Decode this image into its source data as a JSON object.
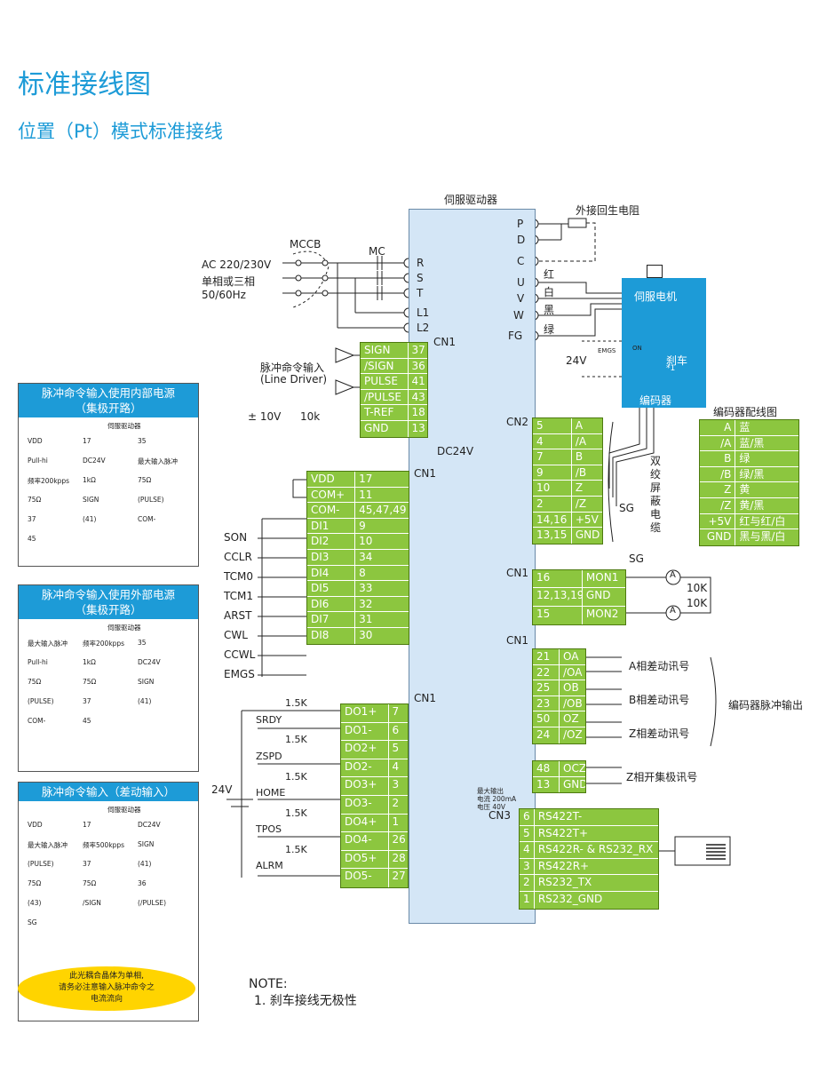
{
  "page": {
    "title": "标准接线图",
    "subtitle": "位置（Pt）模式标准接线"
  },
  "drive": {
    "label": "伺服驱动器"
  },
  "power": {
    "mccb": "MCCB",
    "mc": "MC",
    "input_lines": [
      "AC 220/230V",
      "单相或三相",
      "50/60Hz"
    ],
    "terminals": [
      "R",
      "S",
      "T",
      "L1",
      "L2"
    ]
  },
  "regen": {
    "terminals": [
      "P",
      "D",
      "C",
      "U",
      "V",
      "W",
      "FG"
    ],
    "resistor_label": "外接回生电阻",
    "wire_colors": [
      "红",
      "白",
      "黑",
      "绿"
    ]
  },
  "motor": {
    "label": "伺服电机",
    "brake": "刹车",
    "brake_note": "*1",
    "encoder": "编码器",
    "emgs": "EMGS",
    "on": "ON",
    "voltage": "24V"
  },
  "cn_labels": {
    "cn1": "CN1",
    "cn2": "CN2",
    "cn3": "CN3"
  },
  "pulse_block": {
    "caption": [
      "脉冲命令输入",
      "(Line Driver)"
    ],
    "rows": [
      [
        "SIGN",
        "37"
      ],
      [
        "/SIGN",
        "36"
      ],
      [
        "PULSE",
        "41"
      ],
      [
        "/PULSE",
        "43"
      ],
      [
        "T-REF",
        "18"
      ],
      [
        "GND",
        "13"
      ]
    ],
    "analog_voltage": "± 10V",
    "pot": "10k"
  },
  "dc24_top": "DC24V",
  "di_block": {
    "rows": [
      [
        "VDD",
        "17"
      ],
      [
        "COM+",
        "11"
      ],
      [
        "COM-",
        "45,47,49"
      ],
      [
        "DI1",
        "9"
      ],
      [
        "DI2",
        "10"
      ],
      [
        "DI3",
        "34"
      ],
      [
        "DI4",
        "8"
      ],
      [
        "DI5",
        "33"
      ],
      [
        "DI6",
        "32"
      ],
      [
        "DI7",
        "31"
      ],
      [
        "DI8",
        "30"
      ]
    ],
    "signals": [
      "SON",
      "CCLR",
      "TCM0",
      "TCM1",
      "ARST",
      "CWL",
      "CCWL",
      "EMGS"
    ]
  },
  "do_block": {
    "rows": [
      [
        "DO1+",
        "7"
      ],
      [
        "DO1-",
        "6"
      ],
      [
        "DO2+",
        "5"
      ],
      [
        "DO2-",
        "4"
      ],
      [
        "DO3+",
        "3"
      ],
      [
        "DO3-",
        "2"
      ],
      [
        "DO4+",
        "1"
      ],
      [
        "DO4-",
        "26"
      ],
      [
        "DO5+",
        "28"
      ],
      [
        "DO5-",
        "27"
      ]
    ],
    "signals": [
      "SRDY",
      "ZSPD",
      "HOME",
      "TPOS",
      "ALRM"
    ],
    "resistor": "1.5K",
    "supply": "24V"
  },
  "cn2_block": {
    "rows": [
      [
        "5",
        "A"
      ],
      [
        "4",
        "/A"
      ],
      [
        "7",
        "B"
      ],
      [
        "9",
        "/B"
      ],
      [
        "10",
        "Z"
      ],
      [
        "2",
        "/Z"
      ],
      [
        "14,16",
        "+5V"
      ],
      [
        "13,15",
        "GND"
      ]
    ],
    "cable": [
      "双",
      "绞",
      "屏",
      "蔽",
      "电",
      "缆"
    ],
    "sg": "SG"
  },
  "encoder_table": {
    "title": "编码器配线图",
    "rows": [
      [
        "A",
        "蓝"
      ],
      [
        "/A",
        "蓝/黑"
      ],
      [
        "B",
        "绿"
      ],
      [
        "/B",
        "绿/黑"
      ],
      [
        "Z",
        "黄"
      ],
      [
        "/Z",
        "黄/黑"
      ],
      [
        "+5V",
        "红与红/白"
      ],
      [
        "GND",
        "黑与黑/白"
      ]
    ]
  },
  "mon_block": {
    "rows": [
      [
        "16",
        "MON1"
      ],
      [
        "12,13,19",
        "GND"
      ],
      [
        "15",
        "MON2"
      ]
    ],
    "sg": "SG",
    "resistor": "10K",
    "meter": "A"
  },
  "enc_out_block": {
    "rows": [
      [
        "21",
        "OA"
      ],
      [
        "22",
        "/OA"
      ],
      [
        "25",
        "OB"
      ],
      [
        "23",
        "/OB"
      ],
      [
        "50",
        "OZ"
      ],
      [
        "24",
        "/OZ"
      ]
    ],
    "signals": [
      "A相差动讯号",
      "B相差动讯号",
      "Z相差动讯号"
    ],
    "group": "编码器脉冲输出"
  },
  "ocz_block": {
    "rows": [
      [
        "48",
        "OCZ"
      ],
      [
        "13",
        "GND"
      ]
    ],
    "signal": "Z相开集极讯号",
    "rating": [
      "最大输出",
      "电流 200mA",
      "电压 40V"
    ]
  },
  "cn3_block": {
    "rows": [
      [
        "6",
        "RS422T-"
      ],
      [
        "5",
        "RS422T+"
      ],
      [
        "4",
        "RS422R- & RS232_RX"
      ],
      [
        "3",
        "RS422R+"
      ],
      [
        "2",
        "RS232_TX"
      ],
      [
        "1",
        "RS232_GND"
      ]
    ]
  },
  "panels": [
    {
      "title": [
        "脉冲命令输入使用内部电源",
        "（集极开路）"
      ],
      "drive": "伺服驱动器",
      "labels": [
        "VDD",
        "17",
        "35",
        "Pull-hi",
        "DC24V",
        "最大输入脉冲",
        "频率200kpps",
        "1kΩ",
        "75Ω",
        "75Ω",
        "SIGN",
        "(PULSE)",
        "37",
        "(41)",
        "COM-",
        "45"
      ]
    },
    {
      "title": [
        "脉冲命令输入使用外部电源",
        "（集极开路）"
      ],
      "drive": "伺服驱动器",
      "labels": [
        "最大输入脉冲",
        "频率200kpps",
        "35",
        "Pull-hi",
        "1kΩ",
        "DC24V",
        "75Ω",
        "75Ω",
        "SIGN",
        "(PULSE)",
        "37",
        "(41)",
        "COM-",
        "45"
      ]
    },
    {
      "title": [
        "脉冲命令输入（差动输入）"
      ],
      "drive": "伺服驱动器",
      "labels": [
        "VDD",
        "17",
        "DC24V",
        "最大输入脉冲",
        "频率500kpps",
        "SIGN",
        "(PULSE)",
        "37",
        "(41)",
        "75Ω",
        "75Ω",
        "36",
        "(43)",
        "/SIGN",
        "(/PULSE)",
        "SG"
      ]
    }
  ],
  "warning": [
    "此光耦合晶体为单相,",
    "请务必注意输入脉冲命令之",
    "电流流向"
  ],
  "note": {
    "title": "NOTE:",
    "items": [
      "1. 刹车接线无极性"
    ]
  }
}
